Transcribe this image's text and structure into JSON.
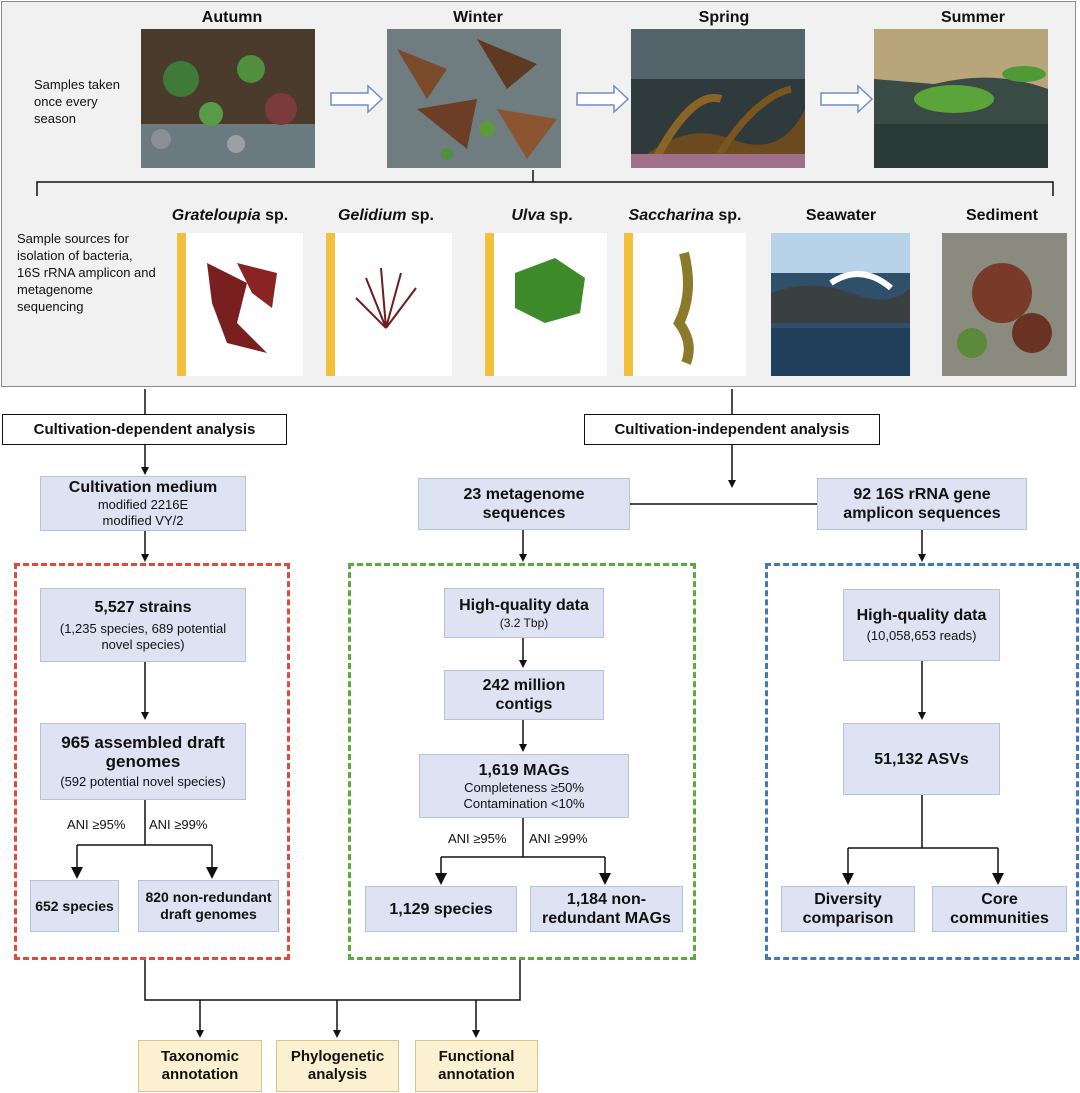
{
  "seasons": {
    "autumn": "Autumn",
    "winter": "Winter",
    "spring": "Spring",
    "summer": "Summer"
  },
  "side_labels": {
    "samples_taken": "Samples taken once every season",
    "sample_sources": "Sample sources for isolation of bacteria, 16S rRNA amplicon and metagenome sequencing"
  },
  "sources": {
    "grateloupia_genus": "Grateloupia",
    "gelidium_genus": "Gelidium",
    "ulva_genus": "Ulva",
    "saccharina_genus": "Saccharina",
    "sp_suffix": " sp.",
    "seawater": "Seawater",
    "sediment": "Sediment"
  },
  "headers": {
    "dependent": "Cultivation-dependent analysis",
    "independent": "Cultivation-independent analysis"
  },
  "cultivation_medium": {
    "title": "Cultivation medium",
    "line1": "modified 2216E",
    "line2": "modified VY/2"
  },
  "metagenome_seq": "23 metagenome sequences",
  "amplicon_seq": "92 16S rRNA gene amplicon sequences",
  "dependent_flow": {
    "strains_title": "5,527 strains",
    "strains_sub": "(1,235 species, 689 potential novel species)",
    "genomes_title": "965 assembled draft genomes",
    "genomes_sub": "(592 potential novel species)",
    "ani95": "ANI ≥95%",
    "ani99": "ANI ≥99%",
    "species": "652 species",
    "nonredundant": "820 non-redundant draft genomes"
  },
  "metagenome_flow": {
    "hq_title": "High-quality data",
    "hq_sub": "(3.2 Tbp)",
    "contigs": "242 million contigs",
    "mags_title": "1,619 MAGs",
    "mags_sub1": "Completeness ≥50%",
    "mags_sub2": "Contamination <10%",
    "ani95": "ANI ≥95%",
    "ani99": "ANI ≥99%",
    "species": "1,129 species",
    "nonredundant": "1,184 non-redundant MAGs"
  },
  "amplicon_flow": {
    "hq_title": "High-quality data",
    "hq_sub": "(10,058,653 reads)",
    "asvs": "51,132 ASVs",
    "diversity": "Diversity comparison",
    "core": "Core communities"
  },
  "annotations": {
    "taxonomic": "Taxonomic annotation",
    "phylogenetic": "Phylogenetic analysis",
    "functional": "Functional annotation"
  },
  "colors": {
    "box_fill": "#dde3f2",
    "annotation_fill": "#fbf0d0",
    "dependent_dash": "#e04a3c",
    "metagenome_dash": "#5aaa3c",
    "amplicon_dash": "#3f78c2",
    "season_arrow": "#6f8fc8"
  }
}
